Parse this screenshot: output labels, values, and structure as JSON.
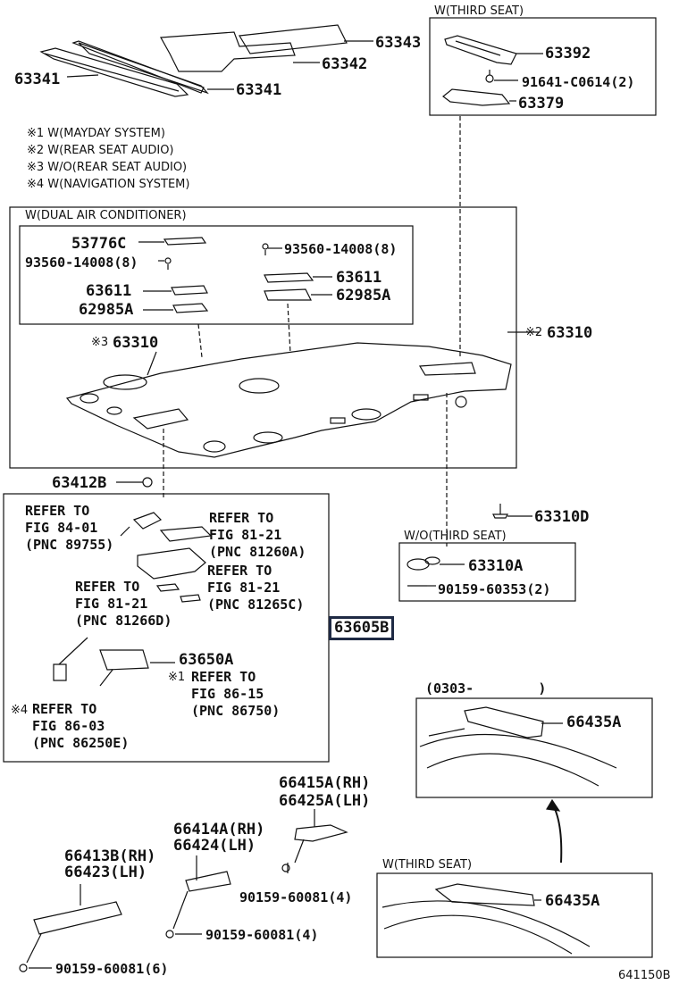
{
  "parts": {
    "p63343": "63343",
    "p63342": "63342",
    "p63341_left": "63341",
    "p63341_right": "63341",
    "p63392": "63392",
    "p91641": "91641-C0614(2)",
    "p63379": "63379",
    "p53776C": "53776C",
    "p93560_a": "93560-14008(8)",
    "p93560_b": "93560-14008(8)",
    "p63611_a": "63611",
    "p63611_b": "63611",
    "p62985A_a": "62985A",
    "p62985A_b": "62985A",
    "p63310_left": "63310",
    "p63310_right": "63310",
    "p63412B": "63412B",
    "p63310D": "63310D",
    "p63310A": "63310A",
    "p90159_60353": "90159-60353(2)",
    "p63605B": "63605B",
    "p63650A": "63650A",
    "p66435A_top": "66435A",
    "p66435A_bottom": "66435A",
    "p66415A": "66415A(RH)",
    "p66425A": "66425A(LH)",
    "p66414A": "66414A(RH)",
    "p66424": "66424(LH)",
    "p90159_a": "90159-60081(4)",
    "p90159_b": "90159-60081(4)",
    "p66413B": "66413B(RH)",
    "p66423": "66423(LH)",
    "p90159_c": "90159-60081(6)"
  },
  "notes": {
    "n1": "※1 W(MAYDAY SYSTEM)",
    "n2": "※2 W(REAR SEAT AUDIO)",
    "n3": "※3 W/O(REAR SEAT AUDIO)",
    "n4": "※4 W(NAVIGATION SYSTEM)"
  },
  "marks": {
    "m3": "※3",
    "m2": "※2",
    "m1": "※1",
    "m4": "※4"
  },
  "boxes": {
    "third_seat_top": "W(THIRD SEAT)",
    "dual_ac": "W(DUAL AIR CONDITIONER)",
    "wo_third_seat": "W/O(THIRD SEAT)",
    "date_range": "(0303-        )",
    "third_seat_bottom": "W(THIRD SEAT)"
  },
  "refs": {
    "r1": [
      "REFER TO",
      "FIG 84-01",
      "(PNC 89755)"
    ],
    "r2": [
      "REFER TO",
      "FIG 81-21",
      "(PNC 81260A)"
    ],
    "r3": [
      "REFER TO",
      "FIG 81-21",
      "(PNC 81265C)"
    ],
    "r4": [
      "REFER TO",
      "FIG 81-21",
      "(PNC 81266D)"
    ],
    "r5": [
      "REFER TO",
      "FIG 86-15",
      "(PNC 86750)"
    ],
    "r6": [
      "REFER TO",
      "FIG 86-03",
      "(PNC 86250E)"
    ]
  },
  "figure_id": "641150B"
}
